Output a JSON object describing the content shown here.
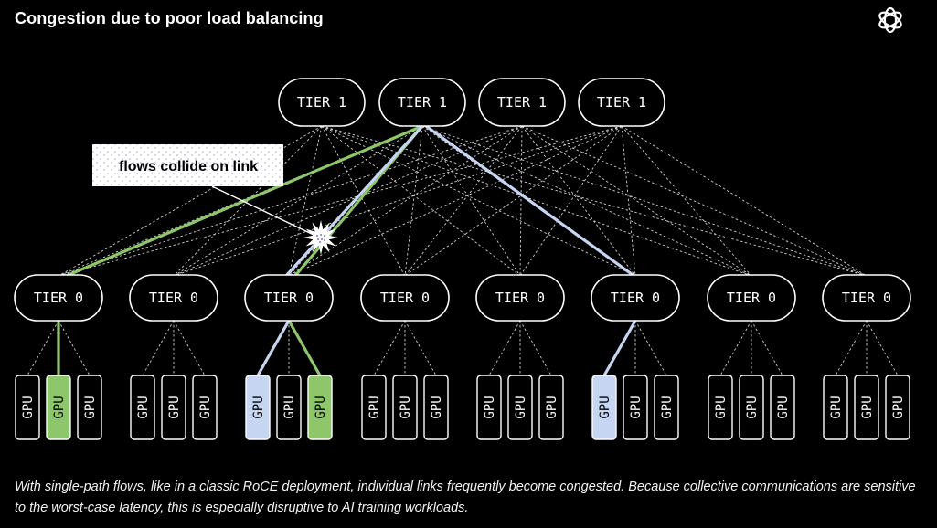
{
  "title": "Congestion due to poor load balancing",
  "logo_icon": "openai-logo-icon",
  "tier1_label": "TIER 1",
  "tier0_label": "TIER 0",
  "gpu_label": "GPU",
  "tier1_count": 4,
  "tier0_count": 8,
  "gpus_per_tier0": 3,
  "annotation": "flows collide on link",
  "collision_icon": "collision-burst-icon",
  "caption": "With single-path flows, like in a classic RoCE deployment, individual links frequently become congested. Because collective communications are sensitive to the worst-case latency, this is especially disruptive to AI training workloads.",
  "colors": {
    "background": "#000000",
    "green_flow": "#8dc66b",
    "blue_flow": "#c5d5f2",
    "dashed_link": "#cfcfcf"
  },
  "highlighted": {
    "green_gpus": [
      1,
      8
    ],
    "blue_gpus": [
      6,
      15
    ]
  }
}
